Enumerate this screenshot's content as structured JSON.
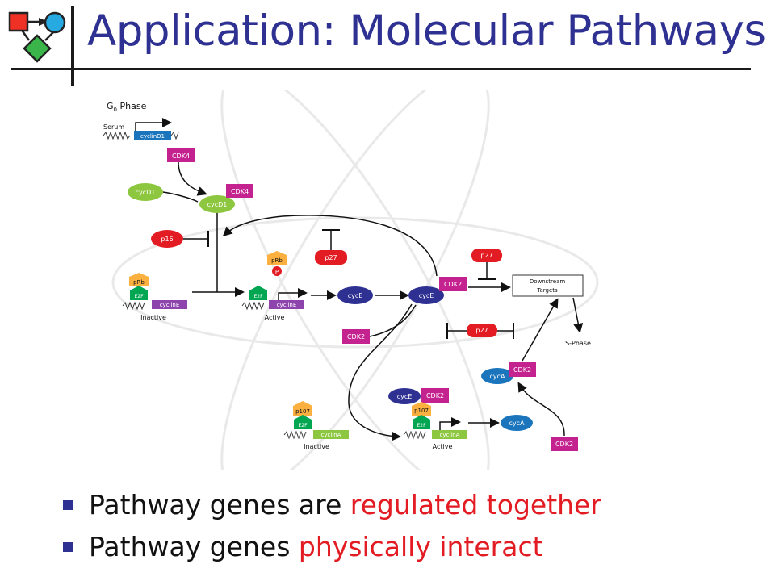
{
  "slide": {
    "title": "Application: Molecular Pathways"
  },
  "diagram": {
    "g0_phase": "G",
    "g0_sub": "0",
    "g0_rest": " Phase",
    "serum": "Serum",
    "cyclinD1": "cyclinD1",
    "cdk4": "CDK4",
    "cycD1": "cycD1",
    "p16": "p16",
    "prb": "pRb",
    "e2f": "E2F",
    "cyclinE": "cyclinE",
    "inactive": "Inactive",
    "active": "Active",
    "p_marker": "P",
    "p27": "p27",
    "cycE": "cycE",
    "cdk2": "CDK2",
    "downstream_1": "Downstream",
    "downstream_2": "Targets",
    "s_phase": "S-Phase",
    "cycA": "cycA",
    "p107": "p107",
    "cyclinA": "cyclinA"
  },
  "bullets": [
    {
      "prefix": "Pathway genes are ",
      "highlight": "regulated together"
    },
    {
      "prefix": "Pathway genes ",
      "highlight": "physically interact"
    }
  ],
  "colors": {
    "title": "#2e3192",
    "highlight": "#e31b23",
    "green": "#8dc63f",
    "magenta": "#c4238f",
    "red": "#e31b23",
    "navy": "#2e3192",
    "purple": "#8e44ad",
    "blue": "#1b75bc",
    "orange": "#fbb040",
    "teal": "#00a651"
  }
}
